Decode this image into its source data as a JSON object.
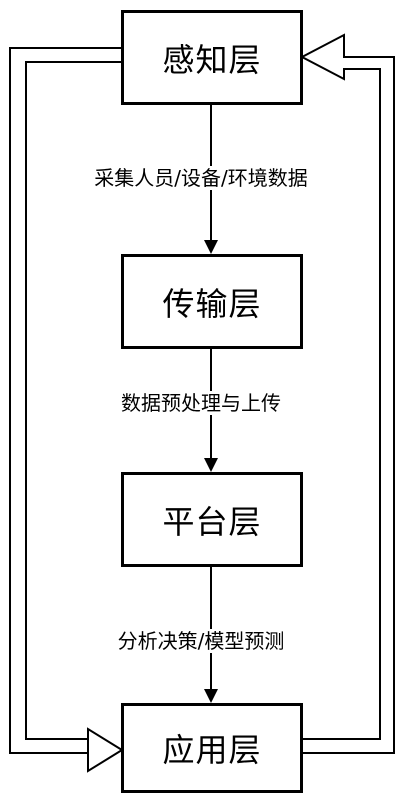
{
  "diagram": {
    "nodes": [
      {
        "id": "perception",
        "label": "感知层"
      },
      {
        "id": "transport",
        "label": "传输层"
      },
      {
        "id": "platform",
        "label": "平台层"
      },
      {
        "id": "application",
        "label": "应用层"
      }
    ],
    "edges": [
      {
        "from": "perception",
        "to": "transport",
        "label": "采集人员/设备/环境数据"
      },
      {
        "from": "transport",
        "to": "platform",
        "label": "数据预处理与上传"
      },
      {
        "from": "platform",
        "to": "application",
        "label": "分析决策/模型预测"
      }
    ],
    "loops": [
      {
        "from": "perception",
        "to": "application",
        "side": "left"
      },
      {
        "from": "application",
        "to": "perception",
        "side": "right"
      }
    ],
    "colors": {
      "stroke": "#000000",
      "background": "#ffffff"
    }
  }
}
